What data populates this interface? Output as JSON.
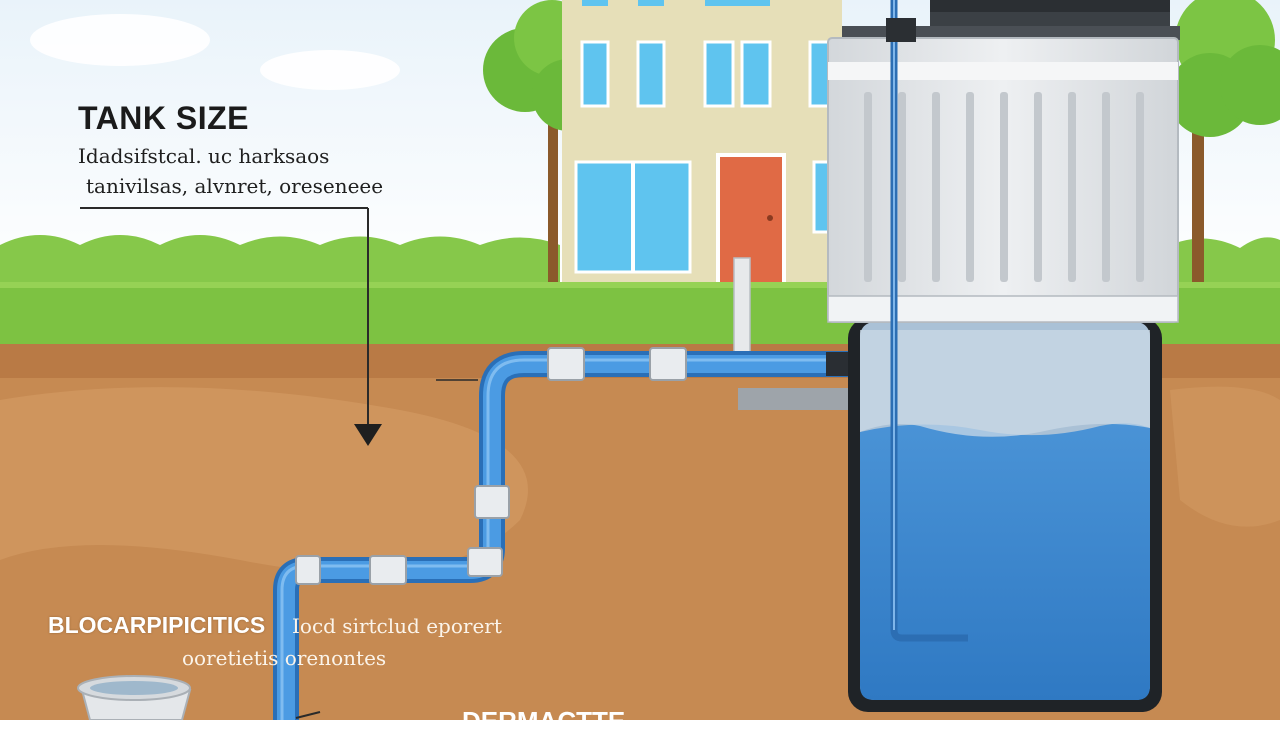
{
  "labels": {
    "tank_title": "TANK SIZE",
    "tank_desc_line1": "Idadsifstcal. uc harksaos",
    "tank_desc_line2": "tanivilsas, alvnret, oreseneee",
    "bottom_title": "BLOCARPIPICITICS",
    "bottom_desc_line1": "Iocd sirtclud eporert",
    "bottom_desc_line2": "ooretietis orenontes",
    "bottom_cut_title": "DERMACTTE"
  },
  "colors": {
    "sky": "#eef6fb",
    "grass": "#7dc242",
    "soil": "#c88c55",
    "pipe": "#3f8fd8",
    "water": "#3b86cf",
    "tank_lid": "#e3e6e9",
    "door": "#e06a45",
    "building": "#e6dfb8"
  },
  "icons": [
    "arrow-down-icon"
  ]
}
